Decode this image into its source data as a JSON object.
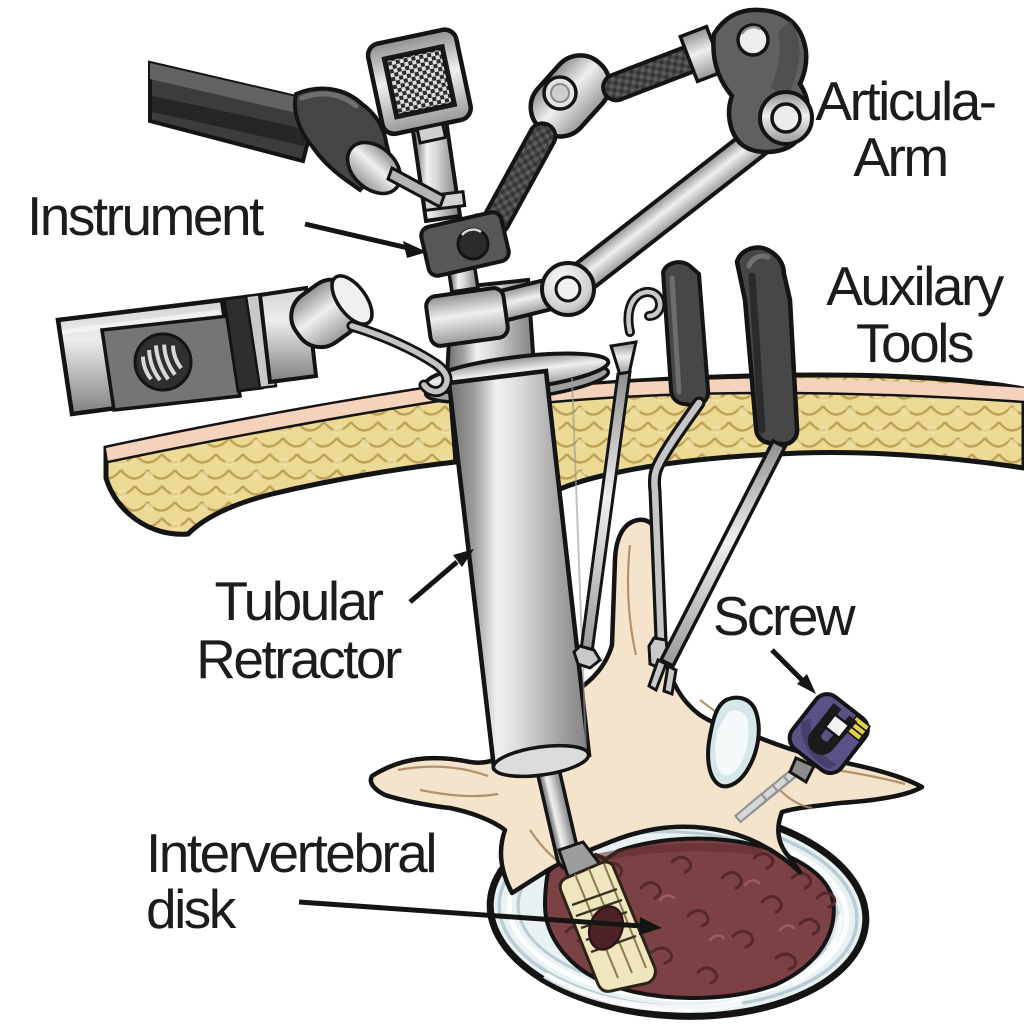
{
  "figure": {
    "type": "medical-illustration",
    "description": "Minimally invasive spine surgery: tubular retractor through skin into vertebra, articulating arm, auxiliary tools, pedicle screw and intervertebral disk (axial view)",
    "background_color": "#ffffff",
    "labels": {
      "articulating_arm": {
        "line1": "Articula-",
        "line2": "Arm"
      },
      "instrument": {
        "text": "Instrument"
      },
      "auxiliary_tools": {
        "line1": "Auxilary",
        "line2": "Tools"
      },
      "tubular_retractor": {
        "line1": "Tubular",
        "line2": "Retractor"
      },
      "screw": {
        "text": "Screw"
      },
      "intervertebral_disk": {
        "line1": "Intervertebral",
        "line2": "disk"
      }
    },
    "colors": {
      "label_text": "#1c1c1c",
      "outline": "#141414",
      "metal_light": "#efefef",
      "metal_dark": "#7a7a7a",
      "handle_dark": "#474747",
      "skin": "#f5d2bc",
      "fat": "#ecd993",
      "bone": "#f3e4cb",
      "annulus": "#e9f1f3",
      "nucleus": "#7c4144",
      "implant_cream": "#efe6bf",
      "screw_head_purple": "#5a5286",
      "screw_stripe_yellow": "#e3cf45",
      "facet_blue": "#d6e7ea"
    }
  }
}
